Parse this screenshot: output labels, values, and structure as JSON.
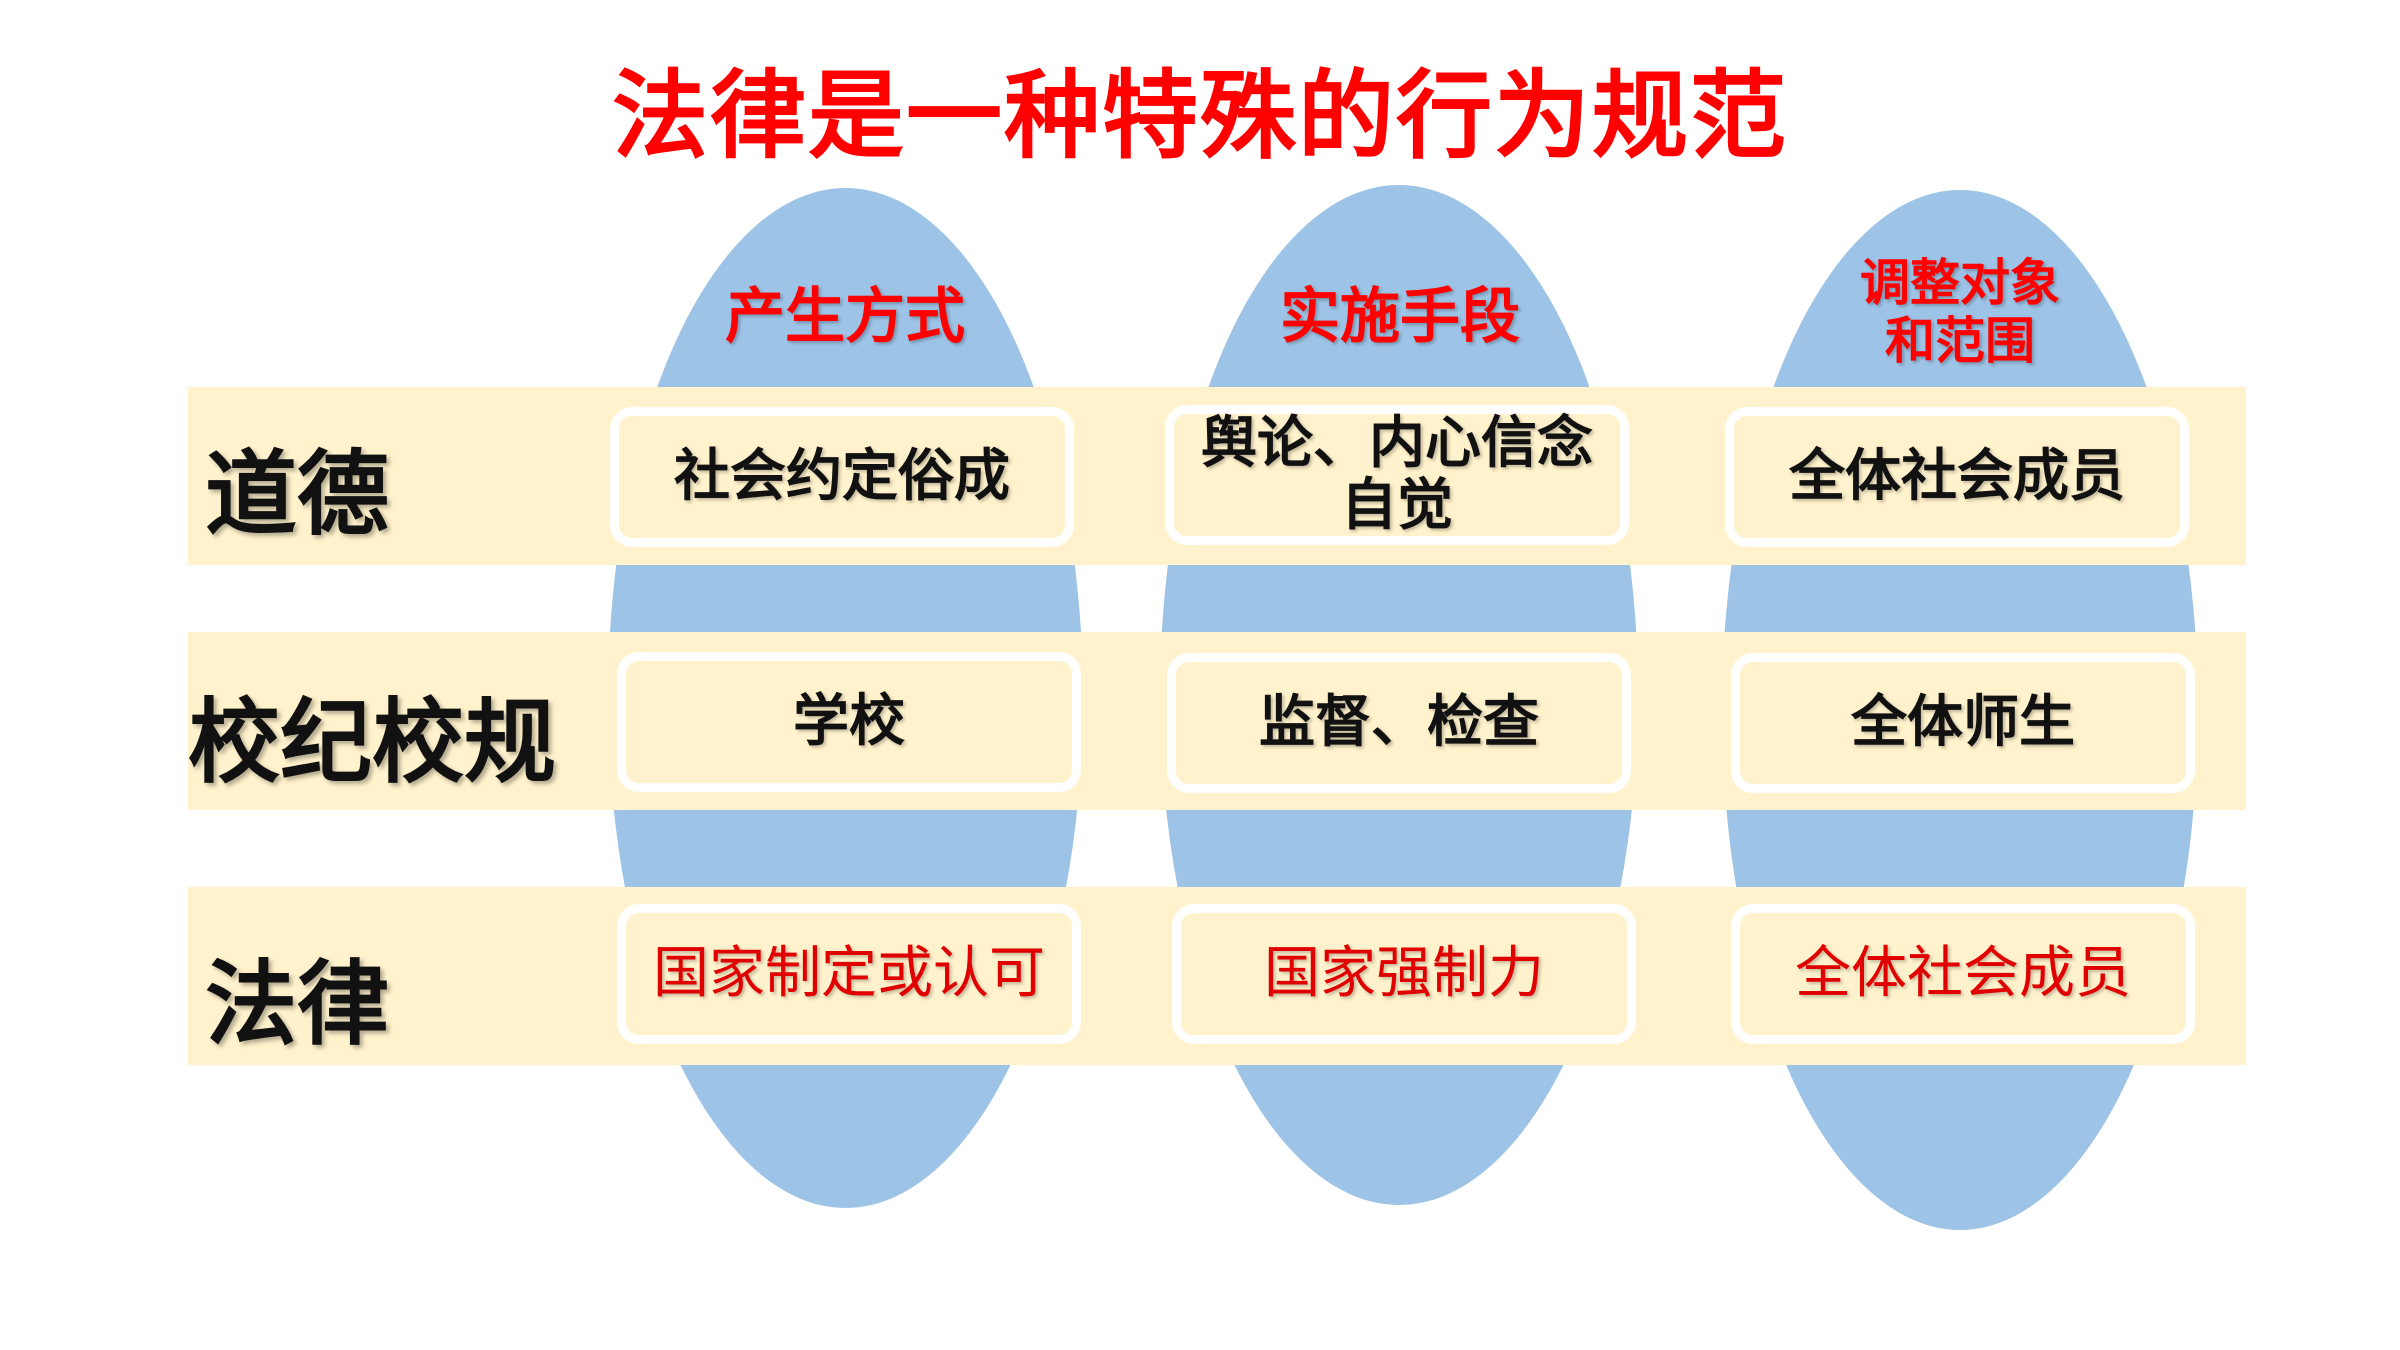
{
  "title": "法律是一种特殊的行为规范",
  "columns": [
    {
      "label": "产生方式"
    },
    {
      "label": "实施手段"
    },
    {
      "label": "调整对象\n和范围"
    }
  ],
  "rows": [
    {
      "label": "道德",
      "cells": [
        "社会约定俗成",
        "舆论、内心信念\n自觉",
        "全体社会成员"
      ]
    },
    {
      "label": "校纪校规",
      "cells": [
        "学校",
        "监督、检查",
        "全体师生"
      ]
    },
    {
      "label": "法律",
      "cells": [
        "国家制定或认可",
        "国家强制力",
        "全体社会成员"
      ]
    }
  ],
  "colors": {
    "title": "#ff0000",
    "ellipse": "#9dc3e6",
    "band": "#fff2cc",
    "law_text": "#e00000"
  }
}
